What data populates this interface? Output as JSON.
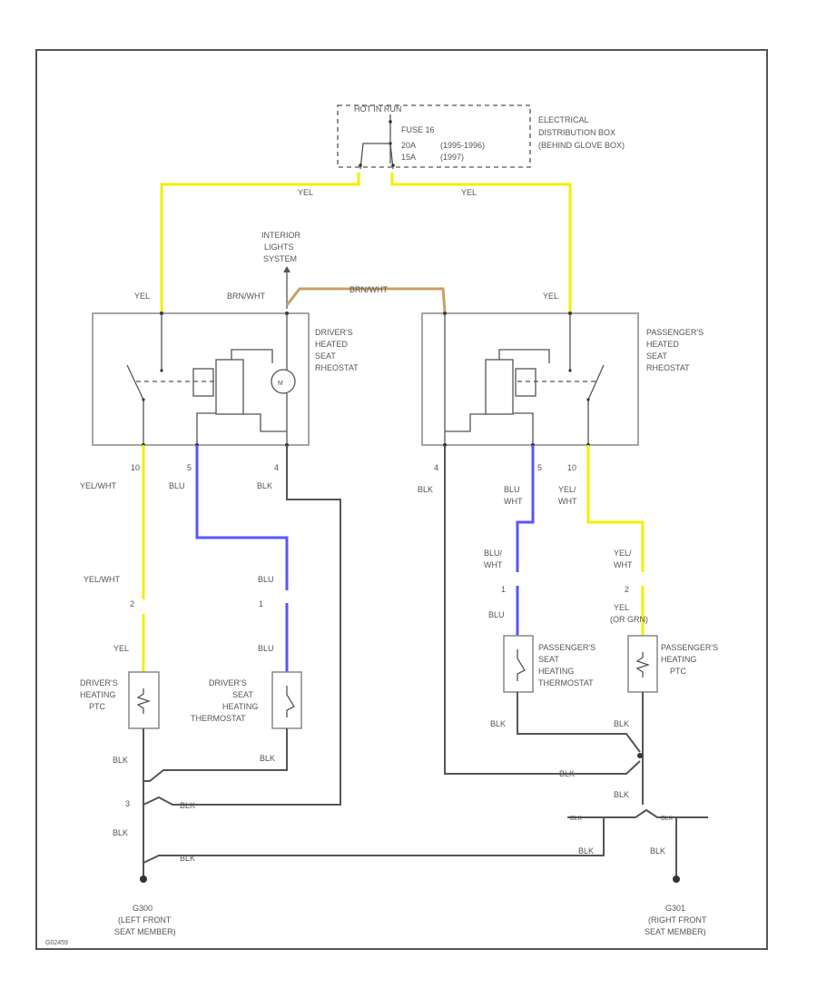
{
  "fuse_box": {
    "header": "HOT IN RUN",
    "fuse": "FUSE 16",
    "line1_amp": "20A",
    "line1_years": "(1995-1996)",
    "line2_amp": "15A",
    "line2_years": "(1997)"
  },
  "edb_label": [
    "ELECTRICAL",
    "DISTRIBUTION BOX",
    "(BEHIND GLOVE BOX)"
  ],
  "interior_lights": [
    "INTERIOR",
    "LIGHTS",
    "SYSTEM"
  ],
  "driver_rheostat_label": [
    "DRIVER'S",
    "HEATED",
    "SEAT",
    "RHEOSTAT"
  ],
  "passenger_rheostat_label": [
    "PASSENGER'S",
    "HEATED",
    "SEAT",
    "RHEOSTAT"
  ],
  "wire_labels": {
    "yel_top_left": "YEL",
    "yel_top_right": "YEL",
    "yel_left_rheo": "YEL",
    "brn_wht_left": "BRN/WHT",
    "brn_wht_mid": "BRN/WHT",
    "yel_right_rheo": "YEL",
    "pin_10_left": "10",
    "pin_5_left": "5",
    "pin_4_left": "4",
    "pin_4_right": "4",
    "pin_5_right": "5",
    "pin_10_right": "10",
    "yel_wht_left_top": "YEL/WHT",
    "blu_left": "BLU",
    "blk_left": "BLK",
    "blk_right_top": "BLK",
    "blu_wht_right_1": "BLU",
    "blu_wht_right_2": "WHT",
    "yel_wht_right_1": "YEL/",
    "yel_wht_right_2": "WHT",
    "yel_wht_left_mid": "YEL/WHT",
    "blu_left_mid": "BLU",
    "blu_wht_right_mid_1": "BLU/",
    "blu_wht_right_mid_2": "WHT",
    "yel_wht_right_mid_1": "YEL/",
    "yel_wht_right_mid_2": "WHT",
    "pin_2_left": "2",
    "pin_1_left": "1",
    "pin_1_right": "1",
    "pin_2_right": "2",
    "yel_left_low": "YEL",
    "blu_left_low": "BLU",
    "blu_right_low": "BLU",
    "yel_or_grn_1": "YEL",
    "yel_or_grn_2": "(OR GRN)",
    "blk_pas_thermo": "BLK",
    "blk_pas_ptc": "BLK",
    "blk_left_ptc": "BLK",
    "blk_left_thermo": "BLK",
    "blk_mid_right": "BLK",
    "pin_3_left": "3",
    "blk_splice_left": "BLK",
    "blk_ground_left": "BLK",
    "blk_ground_horiz": "BLK",
    "blk_right_vertical": "BLK",
    "blk_splice_right": "BLK",
    "blk_ground_right": "BLK",
    "blk_horiz_right": "BLK",
    "blk_lower_connector": "BLK"
  },
  "driver_ptc": [
    "DRIVER'S",
    "HEATING",
    "PTC"
  ],
  "driver_thermostat": [
    "DRIVER'S",
    "SEAT",
    "HEATING",
    "THERMOSTAT"
  ],
  "passenger_thermostat": [
    "PASSENGER'S",
    "SEAT",
    "HEATING",
    "THERMOSTAT"
  ],
  "passenger_ptc": [
    "PASSENGER'S",
    "HEATING",
    "PTC"
  ],
  "ground_left": [
    "G300",
    "(LEFT FRONT",
    "SEAT MEMBER)"
  ],
  "ground_right": [
    "G301",
    "(RIGHT FRONT",
    "SEAT MEMBER)"
  ],
  "figure_id": "G02459",
  "colors": {
    "yellow_wire": "#f0f000",
    "blue_wire": "#5555ff",
    "brown_wire": "#c8a064",
    "black_wire": "#555555"
  }
}
